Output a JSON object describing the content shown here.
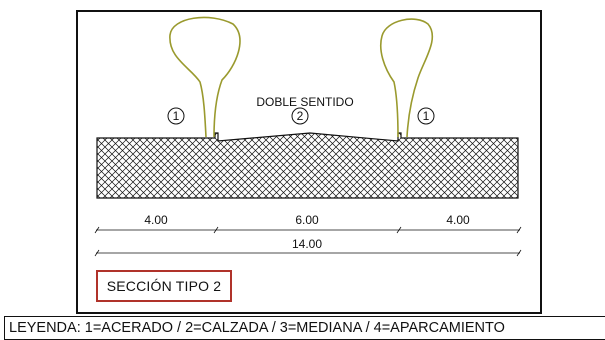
{
  "diagram": {
    "direction_label": "DOBLE SENTIDO",
    "markers": [
      {
        "id": "1",
        "meaning": "acerado"
      },
      {
        "id": "2",
        "meaning": "calzada"
      },
      {
        "id": "1",
        "meaning": "acerado"
      }
    ],
    "segment_widths": [
      "4.00",
      "6.00",
      "4.00"
    ],
    "total_width": "14.00",
    "section_label": "SECCIÓN TIPO 2",
    "colors": {
      "tree_outline": "#9a9a2e",
      "badge_border": "#b0322a",
      "ink": "#111111"
    }
  },
  "legend": {
    "text": "LEYENDA: 1=ACERADO / 2=CALZADA / 3=MEDIANA / 4=APARCAMIENTO"
  }
}
